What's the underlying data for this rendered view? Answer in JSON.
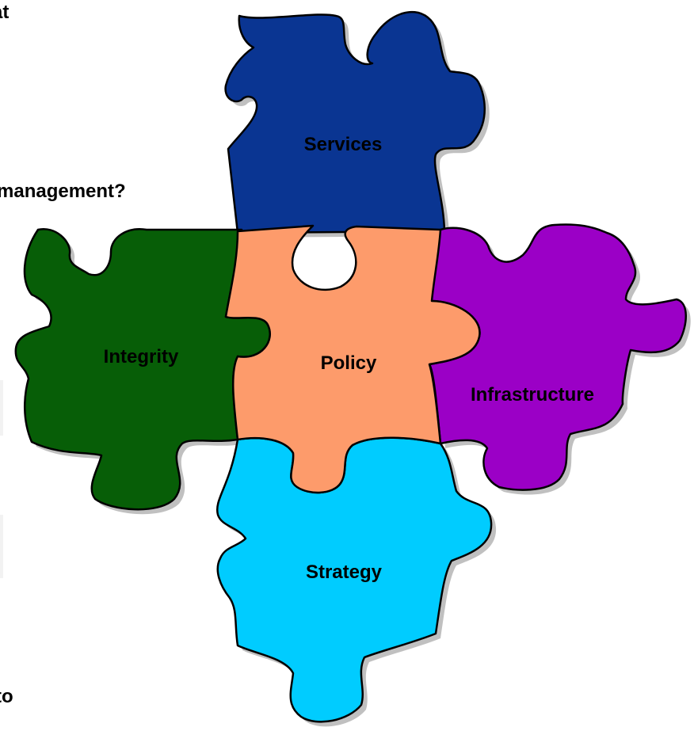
{
  "fragments": {
    "top": "at",
    "middle": "management?",
    "bottom": "to"
  },
  "pieces": {
    "services": {
      "label": "Services",
      "color": "#0a3592"
    },
    "integrity": {
      "label": "Integrity",
      "color": "#075e07"
    },
    "policy": {
      "label": "Policy",
      "color": "#fd9b6b"
    },
    "infrastructure": {
      "label": "Infrastructure",
      "color": "#9b00c6"
    },
    "strategy": {
      "label": "Strategy",
      "color": "#00ccff"
    }
  }
}
